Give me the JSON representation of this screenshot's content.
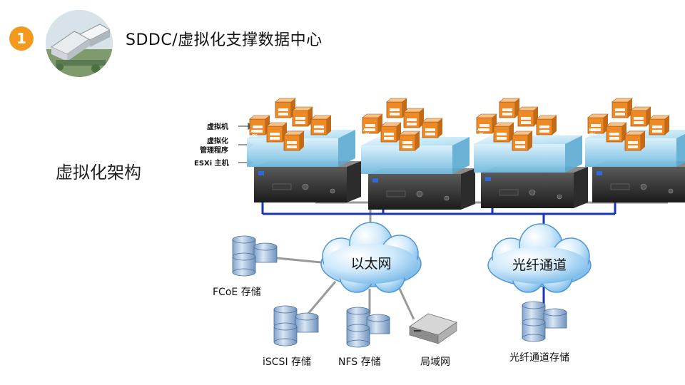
{
  "header": {
    "step_number": "1",
    "title": "SDDC/虚拟化支撑数据中心"
  },
  "subtitle": "虚拟化架构",
  "layer_labels": [
    "虚拟机",
    "虚拟化",
    "管理程序",
    "ESXi 主机"
  ],
  "vm_card": {
    "app": "APP",
    "os": "OS"
  },
  "clouds": {
    "ethernet": "以太网",
    "fibre_channel": "光纤通道"
  },
  "storage": {
    "fcoe": "FCoE 存储",
    "iscsi": "iSCSI 存储",
    "nfs": "NFS 存储",
    "lan": "局域网",
    "fc_storage": "光纤通道存储"
  },
  "colors": {
    "badge": "#f39a1e",
    "ethernet_link": "#9a9a9a",
    "fibre_link": "#1a35b8",
    "vm_orange": "#e8892c",
    "hypervisor_blue": "#9fd4ec"
  }
}
